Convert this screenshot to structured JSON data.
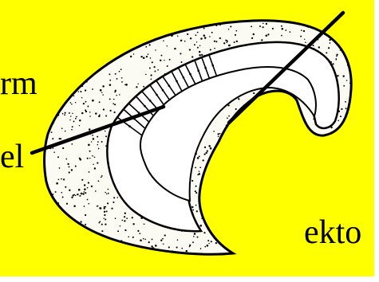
{
  "colors": {
    "background": "#ffff00",
    "embryo_fill": "#fbfbf3",
    "ink": "#000000",
    "white": "#ffffff"
  },
  "labels": {
    "mesoderm_partial": "rm",
    "endoderm_partial": "el",
    "ectoderm": "ekto"
  }
}
